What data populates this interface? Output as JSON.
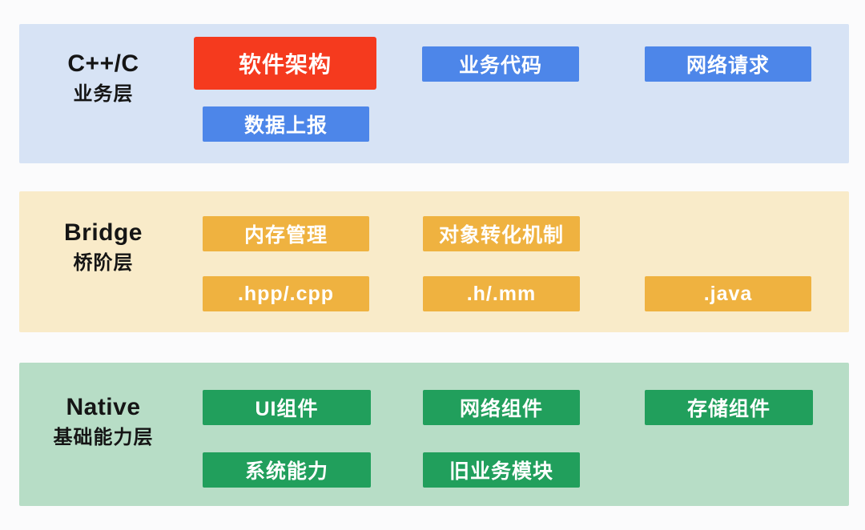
{
  "colors": {
    "page_bg": "#FBFBFC",
    "layer1_bg": "#D7E3F5",
    "layer2_bg": "#F9EBC9",
    "layer3_bg": "#B7DDC6",
    "red": "#F53A1E",
    "blue": "#4D86E9",
    "orange": "#EFB240",
    "green": "#219F5C",
    "label_text": "#151515",
    "block_text": "#FFFFFF"
  },
  "layers": [
    {
      "title": "C++/C",
      "subtitle": "业务层",
      "blocks": [
        {
          "label": "软件架构",
          "variant": "red"
        },
        {
          "label": "业务代码",
          "variant": "blue"
        },
        {
          "label": "网络请求",
          "variant": "blue"
        },
        {
          "label": "数据上报",
          "variant": "blue"
        }
      ]
    },
    {
      "title": "Bridge",
      "subtitle": "桥阶层",
      "blocks": [
        {
          "label": "内存管理",
          "variant": "orange"
        },
        {
          "label": "对象转化机制",
          "variant": "orange"
        },
        {
          "label": ".hpp/.cpp",
          "variant": "orange"
        },
        {
          "label": ".h/.mm",
          "variant": "orange"
        },
        {
          "label": ".java",
          "variant": "orange"
        }
      ]
    },
    {
      "title": "Native",
      "subtitle": "基础能力层",
      "blocks": [
        {
          "label": "UI组件",
          "variant": "green"
        },
        {
          "label": "网络组件",
          "variant": "green"
        },
        {
          "label": "存储组件",
          "variant": "green"
        },
        {
          "label": "系统能力",
          "variant": "green"
        },
        {
          "label": "旧业务模块",
          "variant": "green"
        }
      ]
    }
  ]
}
